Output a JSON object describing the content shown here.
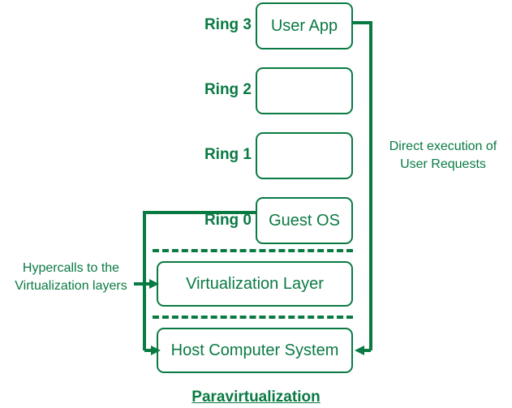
{
  "diagram": {
    "title": "Paravirtualization",
    "accent_color": "#0a7a43",
    "background": "#ffffff",
    "ring_labels": [
      {
        "id": "ring3",
        "label": "Ring 3"
      },
      {
        "id": "ring2",
        "label": "Ring 2"
      },
      {
        "id": "ring1",
        "label": "Ring 1"
      },
      {
        "id": "ring0",
        "label": "Ring 0"
      }
    ],
    "boxes": [
      {
        "id": "user-app",
        "label": "User App"
      },
      {
        "id": "ring2-box",
        "label": ""
      },
      {
        "id": "ring1-box",
        "label": ""
      },
      {
        "id": "guest-os",
        "label": "Guest OS"
      },
      {
        "id": "virtualization-layer",
        "label": "Virtualization Layer"
      },
      {
        "id": "host-computer-system",
        "label": "Host Computer System"
      }
    ],
    "annotations": [
      {
        "id": "direct-execution",
        "label": "Direct execution of\nUser Requests"
      },
      {
        "id": "hypercalls",
        "label": "Hypercalls to the\nVirtualization layers"
      }
    ]
  }
}
